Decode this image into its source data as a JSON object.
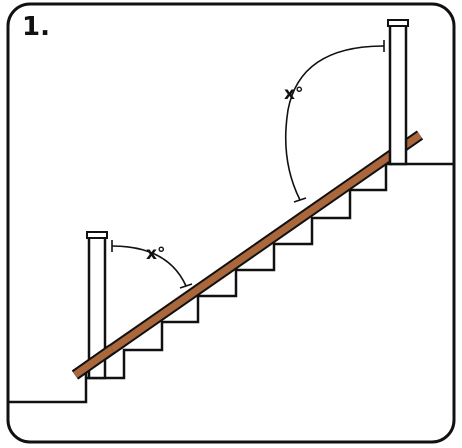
{
  "step_number": "1.",
  "angle_upper_label": "x°",
  "angle_lower_label": "x°",
  "colors": {
    "outline": "#111111",
    "handrail": "#a9673b",
    "background": "#ffffff"
  }
}
